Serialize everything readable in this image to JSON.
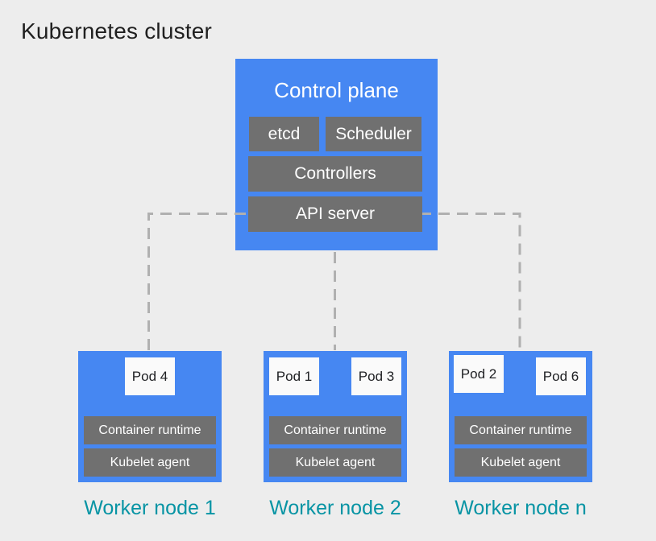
{
  "page": {
    "title": "Kubernetes cluster"
  },
  "colors": {
    "background": "#EDEDED",
    "node_blue": "#4687F2",
    "component_gray": "#707070",
    "pod_white": "#FAFAFA",
    "pod_text": "#202124",
    "label_teal": "#0794A4",
    "connector_gray": "#B0B0B0",
    "title_dark": "#1F1F1F"
  },
  "control_plane": {
    "title": "Control plane",
    "components": [
      {
        "id": "etcd",
        "label": "etcd"
      },
      {
        "id": "scheduler",
        "label": "Scheduler"
      },
      {
        "id": "controllers",
        "label": "Controllers"
      },
      {
        "id": "api-server",
        "label": "API server"
      }
    ]
  },
  "worker_nodes": [
    {
      "label": "Worker node 1",
      "pods": [
        "Pod 4"
      ],
      "runtime_label": "Container runtime",
      "agent_label": "Kubelet agent"
    },
    {
      "label": "Worker node 2",
      "pods": [
        "Pod 1",
        "Pod 3"
      ],
      "runtime_label": "Container runtime",
      "agent_label": "Kubelet agent"
    },
    {
      "label": "Worker node n",
      "pods": [
        "Pod 2",
        "Pod 6"
      ],
      "runtime_label": "Container runtime",
      "agent_label": "Kubelet agent"
    }
  ]
}
